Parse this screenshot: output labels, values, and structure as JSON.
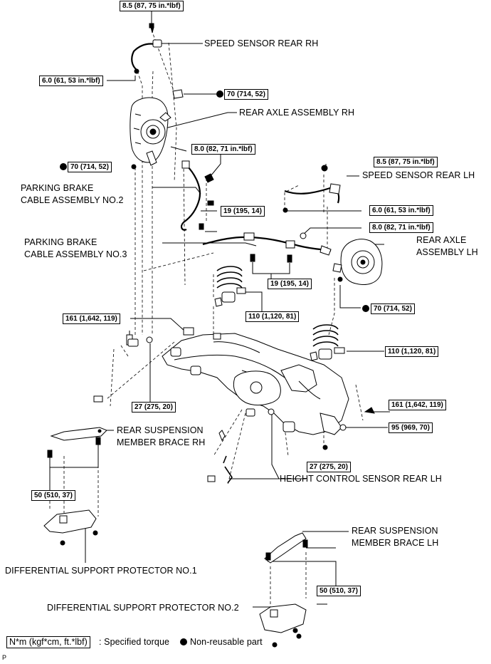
{
  "labels": {
    "speed_sensor_rear_rh": "SPEED SENSOR REAR RH",
    "rear_axle_assembly_rh": "REAR AXLE ASSEMBLY RH",
    "parking_brake_cable_no2_line1": "PARKING BRAKE",
    "parking_brake_cable_no2_line2": "CABLE ASSEMBLY NO.2",
    "speed_sensor_rear_lh": "SPEED SENSOR REAR LH",
    "parking_brake_cable_no3_line1": "PARKING BRAKE",
    "parking_brake_cable_no3_line2": "CABLE ASSEMBLY NO.3",
    "rear_axle_assembly_lh_line1": "REAR AXLE",
    "rear_axle_assembly_lh_line2": "ASSEMBLY LH",
    "rear_suspension_member_brace_rh_line1": "REAR SUSPENSION",
    "rear_suspension_member_brace_rh_line2": "MEMBER BRACE RH",
    "height_control_sensor_rear_lh": "HEIGHT CONTROL SENSOR REAR LH",
    "rear_suspension_member_brace_lh_line1": "REAR SUSPENSION",
    "rear_suspension_member_brace_lh_line2": "MEMBER BRACE LH",
    "differential_support_protector_no1": "DIFFERENTIAL SUPPORT PROTECTOR NO.1",
    "differential_support_protector_no2": "DIFFERENTIAL SUPPORT PROTECTOR NO.2"
  },
  "torques": {
    "t_8_5_rh": "8.5 (87, 75 in.*lbf)",
    "t_6_0_rh": "6.0 (61, 53 in.*lbf)",
    "t_70_top": "70 (714, 52)",
    "t_8_0_rh": "8.0 (82, 71 in.*lbf)",
    "t_70_left": "70 (714, 52)",
    "t_8_5_lh": "8.5 (87, 75 in.*lbf)",
    "t_19_rh": "19 (195, 14)",
    "t_6_0_lh": "6.0 (61, 53 in.*lbf)",
    "t_8_0_lh": "8.0 (82, 71 in.*lbf)",
    "t_19_mid": "19 (195, 14)",
    "t_110_upper": "110 (1,120, 81)",
    "t_70_lh": "70 (714, 52)",
    "t_161_left": "161 (1,642, 119)",
    "t_110_lower": "110 (1,120, 81)",
    "t_27_left": "27 (275, 20)",
    "t_161_right": "161 (1,642, 119)",
    "t_95": "95 (969, 70)",
    "t_27_right": "27 (275, 20)",
    "t_50_left": "50 (510, 37)",
    "t_50_right": "50 (510, 37)"
  },
  "legend": {
    "torque_box": "N*m (kgf*cm, ft.*lbf)",
    "torque_text": ": Specified torque",
    "non_reusable": "Non-reusable part"
  },
  "footer_code": "P"
}
